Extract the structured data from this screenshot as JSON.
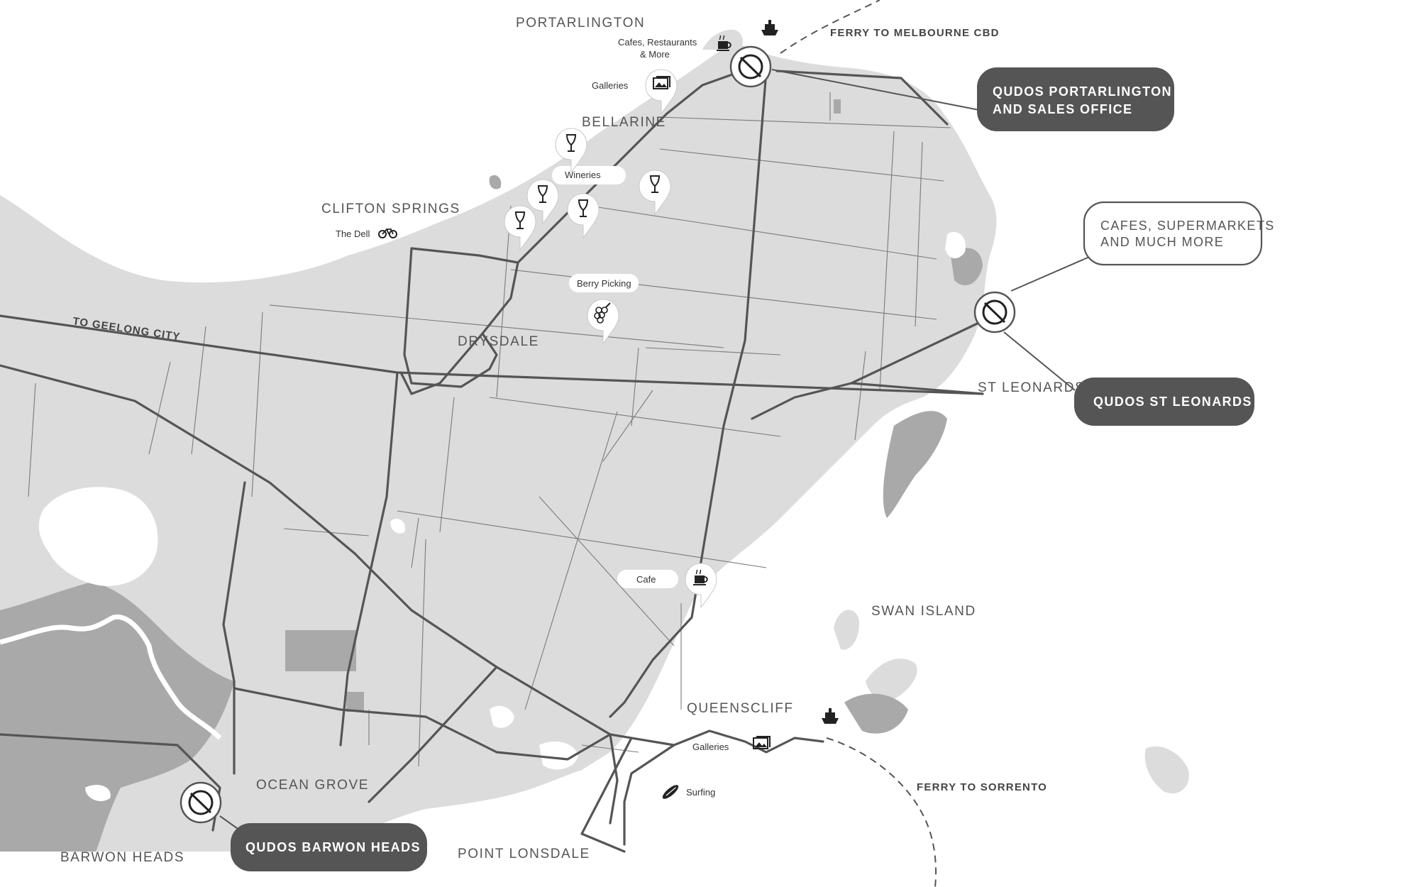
{
  "places": {
    "portarlington": "PORTARLINGTON",
    "bellarine": "BELLARINE",
    "clifton_springs": "CLIFTON SPRINGS",
    "drysdale": "DRYSDALE",
    "st_leonards": "ST LEONARDS",
    "swan_island": "SWAN ISLAND",
    "queenscliff": "QUEENSCLIFF",
    "ocean_grove": "OCEAN GROVE",
    "point_lonsdale": "POINT LONSDALE",
    "barwon_heads": "BARWON HEADS"
  },
  "ferries": {
    "melbourne": "FERRY TO MELBOURNE CBD",
    "sorrento": "FERRY TO SORRENTO"
  },
  "roads": {
    "geelong": "TO GEELONG CITY"
  },
  "points_of_interest": {
    "cafes_line1": "Cafes, Restaurants",
    "cafes_line2": "& More",
    "galleries_north": "Galleries",
    "wineries": "Wineries",
    "the_dell": "The Dell",
    "berry_picking": "Berry Picking",
    "cafe": "Cafe",
    "galleries_south": "Galleries",
    "surfing": "Surfing"
  },
  "callouts": {
    "portarlington_line1": "QUDOS PORTARLINGTON",
    "portarlington_line2": "AND SALES OFFICE",
    "shops_line1": "CAFES, SUPERMARKETS",
    "shops_line2": "AND MUCH MORE",
    "st_leonards": "QUDOS ST LEONARDS",
    "barwon_heads": "QUDOS BARWON HEADS"
  },
  "icons": [
    "coffee-icon",
    "ship-icon",
    "gallery-icon",
    "wine-icon",
    "bicycle-icon",
    "grapes-icon",
    "surf-icon",
    "qudos-logo-icon"
  ],
  "colors": {
    "land": "#dcdcdc",
    "water": "#ffffff",
    "vegetation": "#a6a6a6",
    "road": "#555555",
    "dark_callout": "#555555"
  }
}
